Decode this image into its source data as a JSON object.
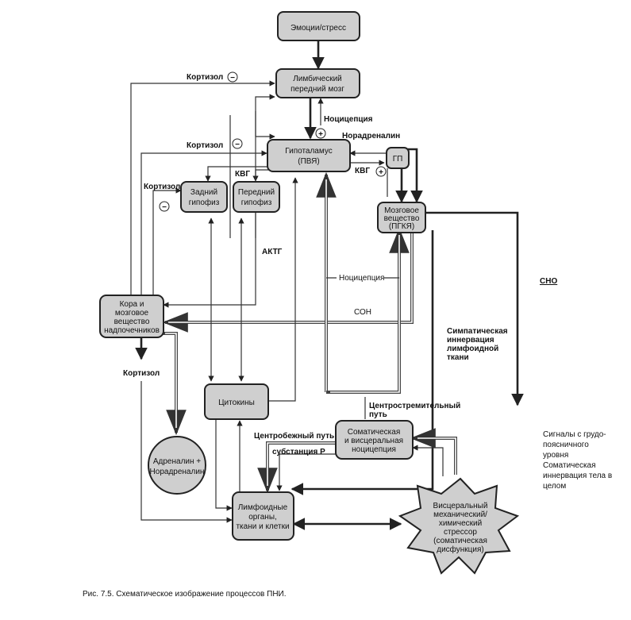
{
  "boxes": {
    "emotions": [
      "Эмоции/стресс"
    ],
    "limbic": [
      "Лимбический",
      "передний мозг"
    ],
    "hypothalamus": [
      "Гипоталамус",
      "(ПВЯ)"
    ],
    "gp": [
      "ГП"
    ],
    "posterior_pituitary": [
      "Задний",
      "гипофиз"
    ],
    "anterior_pituitary": [
      "Передний",
      "гипофиз"
    ],
    "medulla": [
      "Мозговое",
      "вещество",
      "(ПГКЯ)"
    ],
    "adrenal": [
      "Кора и",
      "мозговое",
      "вещество",
      "надпочечников"
    ],
    "cytokines": [
      "Цитокины"
    ],
    "adr_nor": [
      "Адреналин +",
      "Норадреналин"
    ],
    "somatic": [
      "Соматическая",
      "и висцеральная",
      "ноцицепция"
    ],
    "lymphoid": [
      "Лимфоидные",
      "органы,",
      "ткани и клетки"
    ],
    "stressor": [
      "Висцеральный",
      "механический/",
      "химический",
      "стрессор",
      "(соматическая",
      "дисфункция)"
    ]
  },
  "labels": {
    "cortisol_1": "Кортизол",
    "cortisol_2": "Кортизол",
    "cortisol_3": "Кортизол",
    "cortisol_4": "Кортизол",
    "nociception_1": "Ноцицепция",
    "nociception_2": "Ноцицепция",
    "noradrenaline": "Норадреналин",
    "kvg_1": "КВГ",
    "kvg_2": "КВГ",
    "actg": "АКТГ",
    "son": "СОН",
    "sno": "СНО",
    "sympathetic": [
      "Симпатическая",
      "иннервация",
      "лимфоидной",
      "ткани"
    ],
    "centripetal": [
      "Центростремительный",
      "путь"
    ],
    "centrifugal": "Центробежный путь",
    "substance_p": "субстанция Р",
    "minus": "−",
    "plus": "+"
  },
  "side_note": [
    "Сигналы с грудо-",
    "поясничного",
    "уровня",
    "Соматическая",
    "иннервация тела в",
    "целом"
  ],
  "caption": "Рис. 7.5. Схематическое изображение процессов ПНИ."
}
